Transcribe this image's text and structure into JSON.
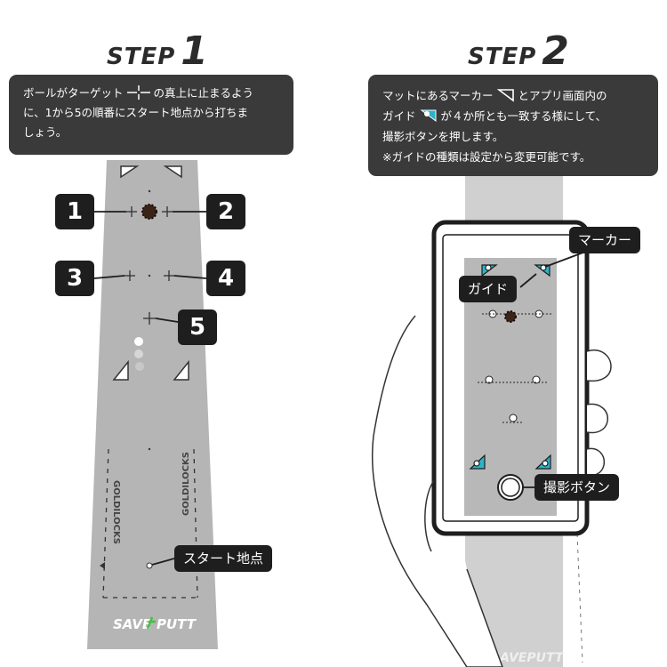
{
  "step1": {
    "word": "STEP",
    "number": "1",
    "instruction": {
      "line1a": "ボールがターゲット",
      "line1b": "の真上に止まるよう",
      "line2": "に、1から5の順番にスタート地点から打ちま",
      "line3": "しょう。"
    },
    "callouts": [
      "1",
      "2",
      "3",
      "4",
      "5"
    ],
    "start_label": "スタート地点",
    "mat_side_text": "GOLDILOCKS",
    "brand_left": "SAVE",
    "brand_right": "PUTT"
  },
  "step2": {
    "word": "STEP",
    "number": "2",
    "instruction": {
      "line1a": "マットにあるマーカー",
      "line1b": "とアプリ画面内の",
      "line2a": "ガイド",
      "line2b": "が４か所とも一致する様にして、",
      "line3": "撮影ボタンを押します。",
      "line4": "※ガイドの種類は設定から変更可能です。"
    },
    "marker_label": "マーカー",
    "guide_label": "ガイド",
    "shutter_label": "撮影ボタン",
    "brand_bottom": "SAVEPUTT"
  },
  "colors": {
    "panel_bg": "#3a3a3a",
    "callout_bg": "#1e1e1e",
    "mat_gray": "#b5b5b5",
    "guide_cyan": "#2ab4c8",
    "brand_green": "#3ec43e"
  }
}
